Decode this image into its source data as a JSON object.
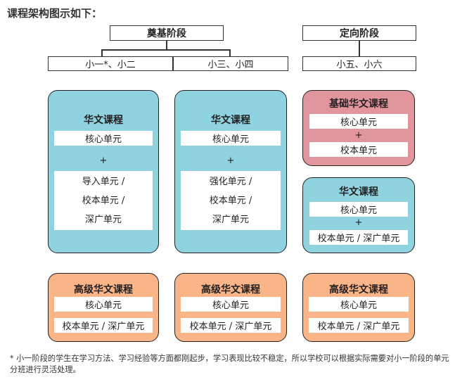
{
  "title": "课程架构图示如下：",
  "stages": {
    "foundation": "奠基阶段",
    "orientation": "定向阶段"
  },
  "grades": {
    "g12": "小一*、小二",
    "g34": "小三、小四",
    "g56": "小五、小六"
  },
  "cards": {
    "col1_main": {
      "title": "华文课程",
      "core": "核心单元",
      "plus": "+",
      "lines": [
        "导入单元 /",
        "校本单元 /",
        "深广单元"
      ]
    },
    "col2_main": {
      "title": "华文课程",
      "core": "核心单元",
      "plus": "+",
      "lines": [
        "强化单元 /",
        "校本单元 /",
        "深广单元"
      ]
    },
    "col3_basic": {
      "title": "基础华文课程",
      "core": "核心单元",
      "plus": "+",
      "school": "校本单元"
    },
    "col3_main": {
      "title": "华文课程",
      "core": "核心单元",
      "plus": "+",
      "extra": "校本单元 / 深广单元"
    },
    "higher": {
      "title": "高级华文课程",
      "core": "核心单元",
      "extra": "校本单元 / 深广单元"
    }
  },
  "footnote": {
    "mark": "*",
    "text": "小一阶段的学生在学习方法、学习经验等方面都刚起步，学习表现比较不稳定，所以学校可以根据实际需要对小一阶段的单元分班进行灵活处理。"
  },
  "colors": {
    "blue": "#8fd3e1",
    "pink": "#e1959d",
    "orange": "#f9b487"
  }
}
